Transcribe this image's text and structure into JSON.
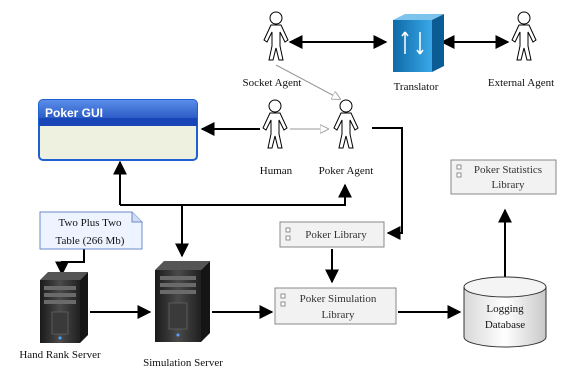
{
  "nodes": {
    "socket_agent": "Socket Agent",
    "translator": "Translator",
    "external_agent": "External Agent",
    "poker_gui": "Poker GUI",
    "human": "Human",
    "poker_agent": "Poker Agent",
    "poker_statistics_line1": "Poker Statistics",
    "poker_statistics_line2": "Library",
    "two_plus_two_line1": "Two Plus Two",
    "two_plus_two_line2": "Table (266 Mb)",
    "poker_library": "Poker Library",
    "poker_sim_line1": "Poker Simulation",
    "poker_sim_line2": "Library",
    "logging_db_line1": "Logging",
    "logging_db_line2": "Database",
    "hand_rank_server": "Hand Rank Server",
    "simulation_server": "Simulation Server"
  },
  "colors": {
    "gui_header": "#1f5fd0",
    "gui_body": "#eef0e0",
    "translator": "#1e90d0",
    "component_fill": "#f2f2f2",
    "note_fill": "#eef4ff",
    "server_dark": "#2b2b2b"
  },
  "icons": [
    "actor-icon",
    "translator-icon",
    "component-icon",
    "note-icon",
    "server-icon",
    "database-icon"
  ]
}
